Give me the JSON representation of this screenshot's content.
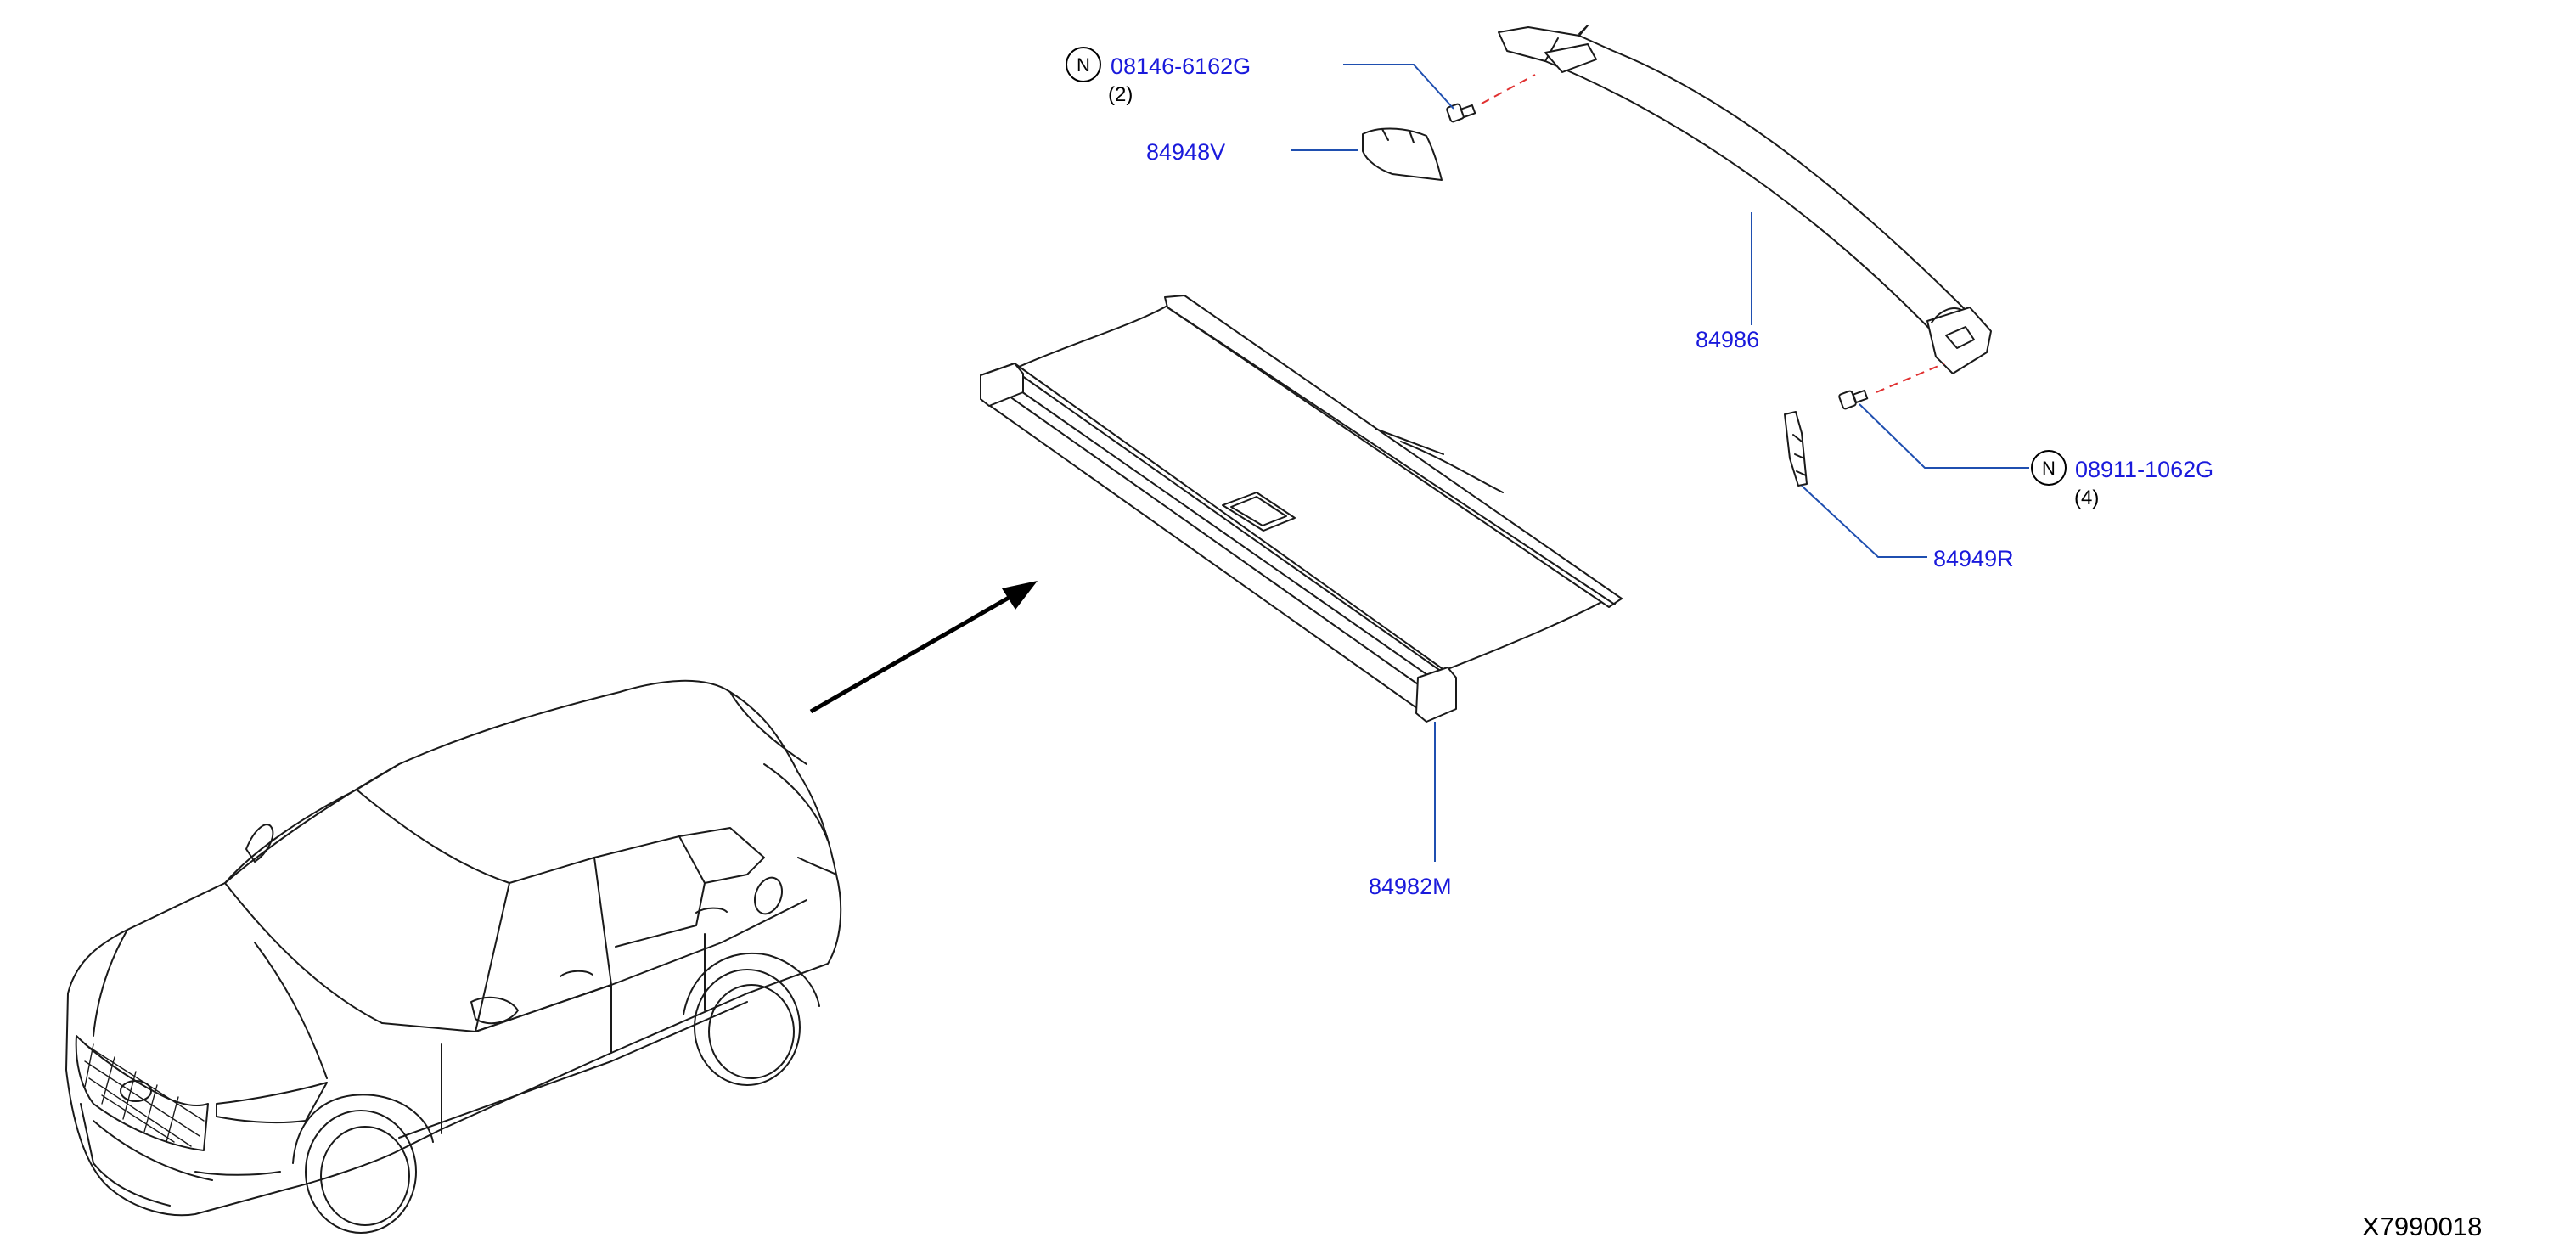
{
  "diagram": {
    "figure_code": "X7990018",
    "parts": [
      {
        "id": "p-08146",
        "number": "08146-6162G",
        "qty": "(2)",
        "note_symbol": "N"
      },
      {
        "id": "p-84948v",
        "number": "84948V"
      },
      {
        "id": "p-84986",
        "number": "84986"
      },
      {
        "id": "p-08911",
        "number": "08911-1062G",
        "qty": "(4)",
        "note_symbol": "N"
      },
      {
        "id": "p-84949r",
        "number": "84949R"
      },
      {
        "id": "p-84982m",
        "number": "84982M"
      }
    ]
  }
}
